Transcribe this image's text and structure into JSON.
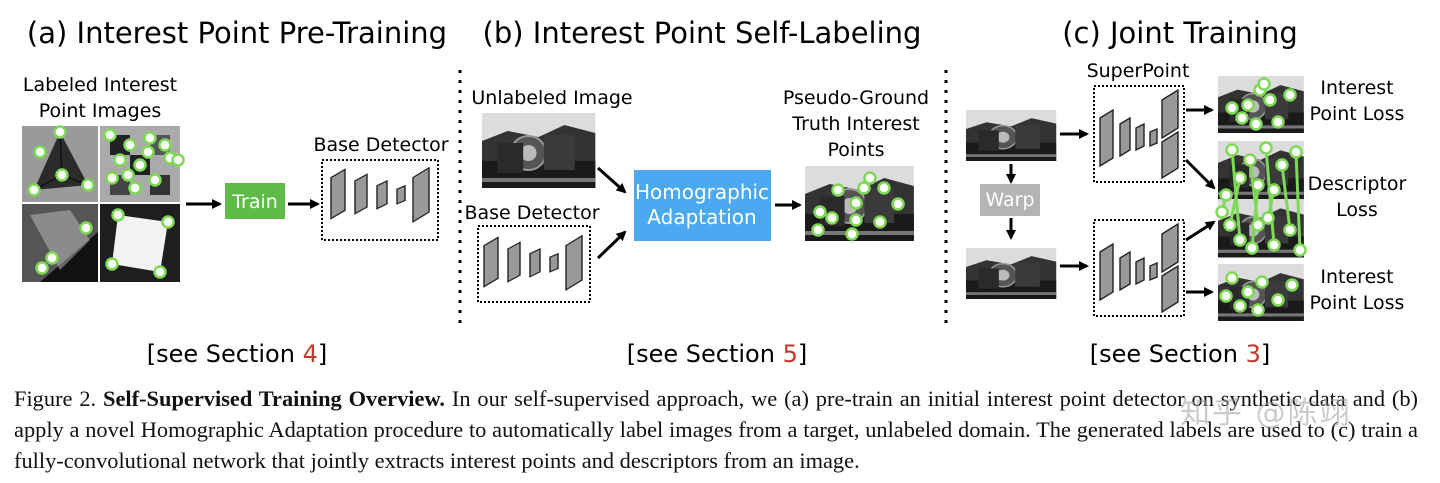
{
  "panels": {
    "a": {
      "title": "(a) Interest Point Pre-Training",
      "images_label_1": "Labeled Interest",
      "images_label_2": "Point Images",
      "train_label": "Train",
      "detector_label": "Base Detector",
      "ref_prefix": "[see Section ",
      "ref_num": "4",
      "ref_suffix": "]"
    },
    "b": {
      "title": "(b) Interest Point Self-Labeling",
      "unlabeled_label": "Unlabeled Image",
      "detector_label": "Base Detector",
      "homographic_1": "Homographic",
      "homographic_2": "Adaptation",
      "pseudo_1": "Pseudo-Ground",
      "pseudo_2": "Truth Interest",
      "pseudo_3": "Points",
      "ref_prefix": "[see Section ",
      "ref_num": "5",
      "ref_suffix": "]"
    },
    "c": {
      "title": "(c) Joint Training",
      "superpoint_label": "SuperPoint",
      "warp_label": "Warp",
      "loss1_1": "Interest",
      "loss1_2": "Point Loss",
      "loss2_1": "Descriptor",
      "loss2_2": "Loss",
      "loss3_1": "Interest",
      "loss3_2": "Point Loss",
      "ref_prefix": "[see Section ",
      "ref_num": "3",
      "ref_suffix": "]"
    }
  },
  "caption": {
    "fig_label": "Figure 2.",
    "bold": "Self-Supervised Training Overview.",
    "body": "In our self-supervised approach, we (a) pre-train an initial interest point detector on synthetic data and (b) apply a novel Homographic Adaptation procedure to automatically label images from a target, unlabeled domain. The generated labels are used to (c) train a fully-convolutional network that jointly extracts interest points and descriptors from an image."
  },
  "watermark": "知乎 @陈翊",
  "colors": {
    "train_green": "#5dbb46",
    "homographic_blue": "#4aa9f0",
    "warp_gray": "#b4b4b4",
    "point_green": "#7ed957",
    "ref_red": "#c0392b"
  }
}
